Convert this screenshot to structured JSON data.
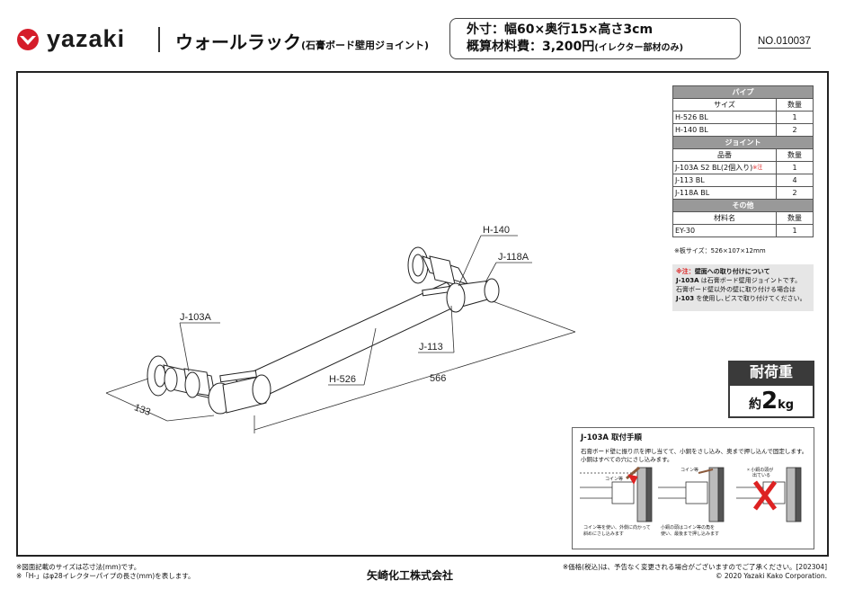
{
  "header": {
    "brand": "yazaki",
    "title": "ウォールラック",
    "title_sub": "(石膏ボード壁用ジョイント)",
    "spec_size": "外寸：幅60×奥行15×高さ3cm",
    "spec_cost": "概算材料費：3,200円",
    "spec_cost_note": "(イレクター部材のみ)",
    "product_no": "NO.010037"
  },
  "drawing": {
    "labels": {
      "j103a": "J-103A",
      "h140": "H-140",
      "j118a": "J-118A",
      "j113": "J-113",
      "h526": "H-526",
      "dim_depth": "133",
      "dim_width": "566"
    }
  },
  "parts_table": {
    "pipe_header": "パイプ",
    "pipe_cols": [
      "サイズ",
      "数量"
    ],
    "pipes": [
      {
        "name": "H-526 BL",
        "qty": "1"
      },
      {
        "name": "H-140 BL",
        "qty": "2"
      }
    ],
    "joint_header": "ジョイント",
    "joint_cols": [
      "品番",
      "数量"
    ],
    "joints": [
      {
        "name": "J-103A S2 BL(2個入り)",
        "mark": "※注",
        "qty": "1"
      },
      {
        "name": "J-113 BL",
        "qty": "4"
      },
      {
        "name": "J-118A BL",
        "qty": "2"
      }
    ],
    "other_header": "その他",
    "other_cols": [
      "材料名",
      "数量"
    ],
    "others": [
      {
        "name": "EY-30",
        "qty": "1"
      }
    ],
    "board_note": "※板サイズ：526×107×12mm"
  },
  "note": {
    "heading_mark": "※注：",
    "heading": "壁面への取り付けについて",
    "line1_code": "J-103A",
    "line1": " は石膏ボード壁用ジョイントです。",
    "line2": "石膏ボード壁以外の壁に取り付ける場合は",
    "line3_code": "J-103",
    "line3": " を使用し､ビスで取り付けてください。"
  },
  "load": {
    "header": "耐荷重",
    "prefix": "約",
    "value": "2",
    "unit": "kg"
  },
  "install": {
    "title": "J-103A 取付手順",
    "desc": "石膏ボード壁に振り爪を押し当てて、小銅をさし込み、奥まで押し込んで固定します。小銅はすべての穴にさし込みます。",
    "step1_cap1": "コイン等を使い、外側に向かって",
    "step1_cap2": "斜めにさし込みます",
    "step1_tag": "コイン等",
    "step2_cap1": "小銅の頭はコイン等の角を",
    "step2_cap2": "使い、最後まで押し込みます",
    "step2_tag": "コイン等",
    "step3_tag1": "× 小銅の頭が",
    "step3_tag2": "出ている"
  },
  "footer": {
    "left1": "※図面記載のサイズは芯寸法(mm)です。",
    "left2": "※「H-」はφ28イレクターパイプの長さ(mm)を表します。",
    "company": "矢崎化工株式会社",
    "right1": "※価格(税込)は、予告なく変更される場合がございますのでご了承ください。[202304]",
    "right2": "© 2020 Yazaki Kako Corporation."
  },
  "colors": {
    "table_header": "#999999",
    "note_bg": "#e6e6e6",
    "load_header": "#3a3a3a",
    "warning_red": "#d22222"
  }
}
